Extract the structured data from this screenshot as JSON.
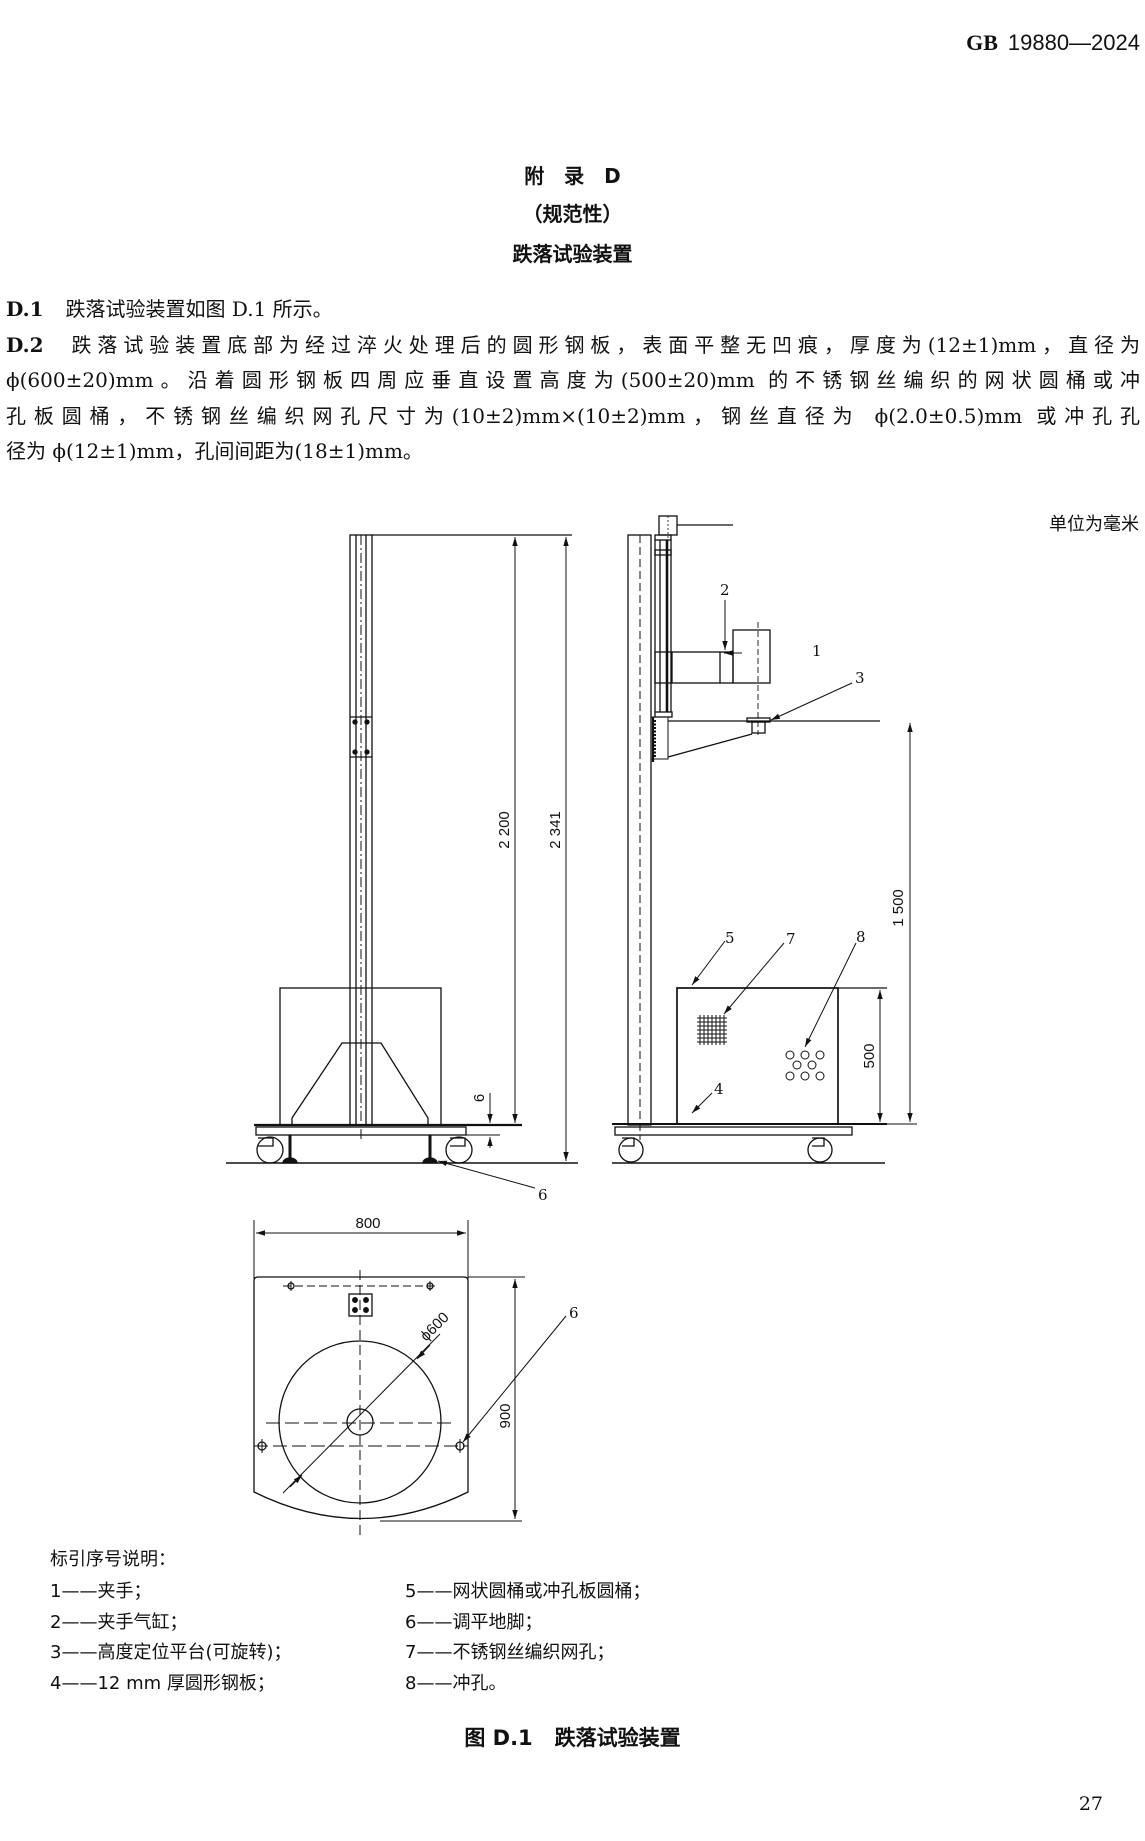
{
  "header": {
    "standard_prefix": "GB",
    "standard_number": "19880—2024"
  },
  "annex": {
    "title": "附　录　D",
    "type": "（规范性）",
    "name": "跌落试验装置"
  },
  "clauses": [
    {
      "id": "D.1",
      "lines": [
        "跌落试验装置如图 D.1 所示。"
      ]
    },
    {
      "id": "D.2",
      "lines": [
        "跌落试验装置底部为经过淬火处理后的圆形钢板，表面平整无凹痕，厚度为(12±1)mm，直径为",
        "ϕ(600±20)mm。沿着圆形钢板四周应垂直设置高度为(500±20)mm 的不锈钢丝编织的网状圆桶或冲",
        "孔板圆桶，不锈钢丝编织网孔尺寸为(10±2)mm×(10±2)mm，钢丝直径为 ϕ(2.0±0.5)mm 或冲孔孔",
        "径为 ϕ(12±1)mm，孔间间距为(18±1)mm。"
      ]
    }
  ],
  "unit_note": "单位为毫米",
  "figure": {
    "dimensions": {
      "height_2200": "2 200",
      "height_2341": "2 341",
      "base_6": "6",
      "drop_1500": "1 500",
      "box_500": "500",
      "width_800": "800",
      "depth_900": "900",
      "plate_dia": "ϕ600"
    },
    "callouts": [
      "1",
      "2",
      "3",
      "4",
      "5",
      "6",
      "7",
      "8"
    ],
    "caption_label": "图 D.1",
    "caption_title": "跌落试验装置"
  },
  "legend": {
    "title": "标引序号说明：",
    "items": [
      {
        "num": "1",
        "text": "——夹手；"
      },
      {
        "num": "2",
        "text": "——夹手气缸；"
      },
      {
        "num": "3",
        "text": "——高度定位平台(可旋转)；"
      },
      {
        "num": "4",
        "text": "——12 mm 厚圆形钢板；"
      },
      {
        "num": "5",
        "text": "——网状圆桶或冲孔板圆桶；"
      },
      {
        "num": "6",
        "text": "——调平地脚；"
      },
      {
        "num": "7",
        "text": "——不锈钢丝编织网孔；"
      },
      {
        "num": "8",
        "text": "——冲孔。"
      }
    ]
  },
  "page_number": "27"
}
